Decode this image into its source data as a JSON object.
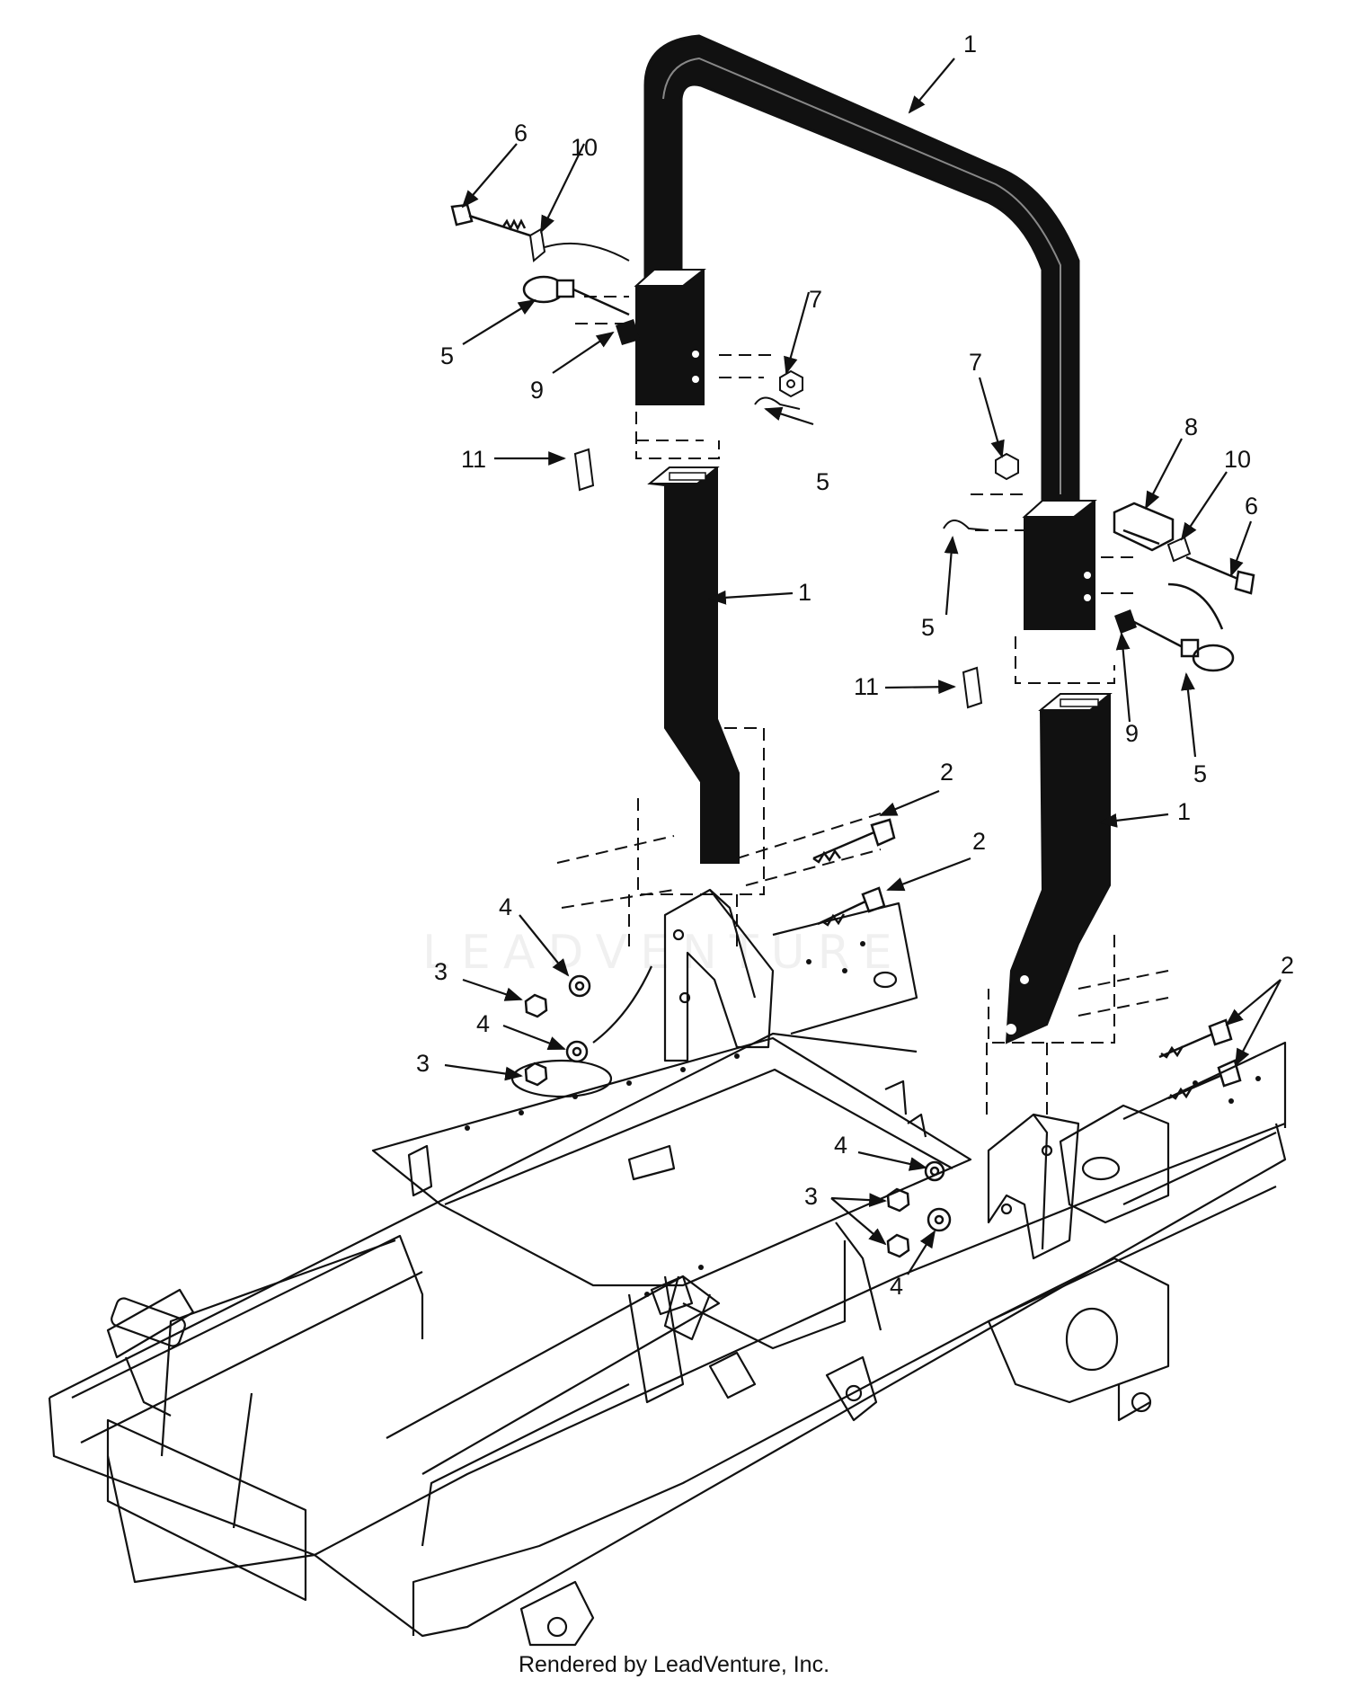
{
  "callouts": [
    {
      "id": "c1a",
      "text": "1"
    },
    {
      "id": "c1b",
      "text": "1"
    },
    {
      "id": "c1c",
      "text": "1"
    },
    {
      "id": "c2a",
      "text": "2"
    },
    {
      "id": "c2b",
      "text": "2"
    },
    {
      "id": "c2c",
      "text": "2"
    },
    {
      "id": "c3a",
      "text": "3"
    },
    {
      "id": "c3b",
      "text": "3"
    },
    {
      "id": "c3c",
      "text": "3"
    },
    {
      "id": "c4a",
      "text": "4"
    },
    {
      "id": "c4b",
      "text": "4"
    },
    {
      "id": "c4c",
      "text": "4"
    },
    {
      "id": "c4d",
      "text": "4"
    },
    {
      "id": "c5a",
      "text": "5"
    },
    {
      "id": "c5b",
      "text": "5"
    },
    {
      "id": "c5c",
      "text": "5"
    },
    {
      "id": "c5d",
      "text": "5"
    },
    {
      "id": "c6a",
      "text": "6"
    },
    {
      "id": "c6b",
      "text": "6"
    },
    {
      "id": "c7a",
      "text": "7"
    },
    {
      "id": "c7b",
      "text": "7"
    },
    {
      "id": "c8a",
      "text": "8"
    },
    {
      "id": "c9a",
      "text": "9"
    },
    {
      "id": "c9b",
      "text": "9"
    },
    {
      "id": "c10a",
      "text": "10"
    },
    {
      "id": "c10b",
      "text": "10"
    },
    {
      "id": "c11a",
      "text": "11"
    },
    {
      "id": "c11b",
      "text": "11"
    }
  ],
  "watermark": "LEADVENTURE",
  "footer": "Rendered by LeadVenture, Inc."
}
